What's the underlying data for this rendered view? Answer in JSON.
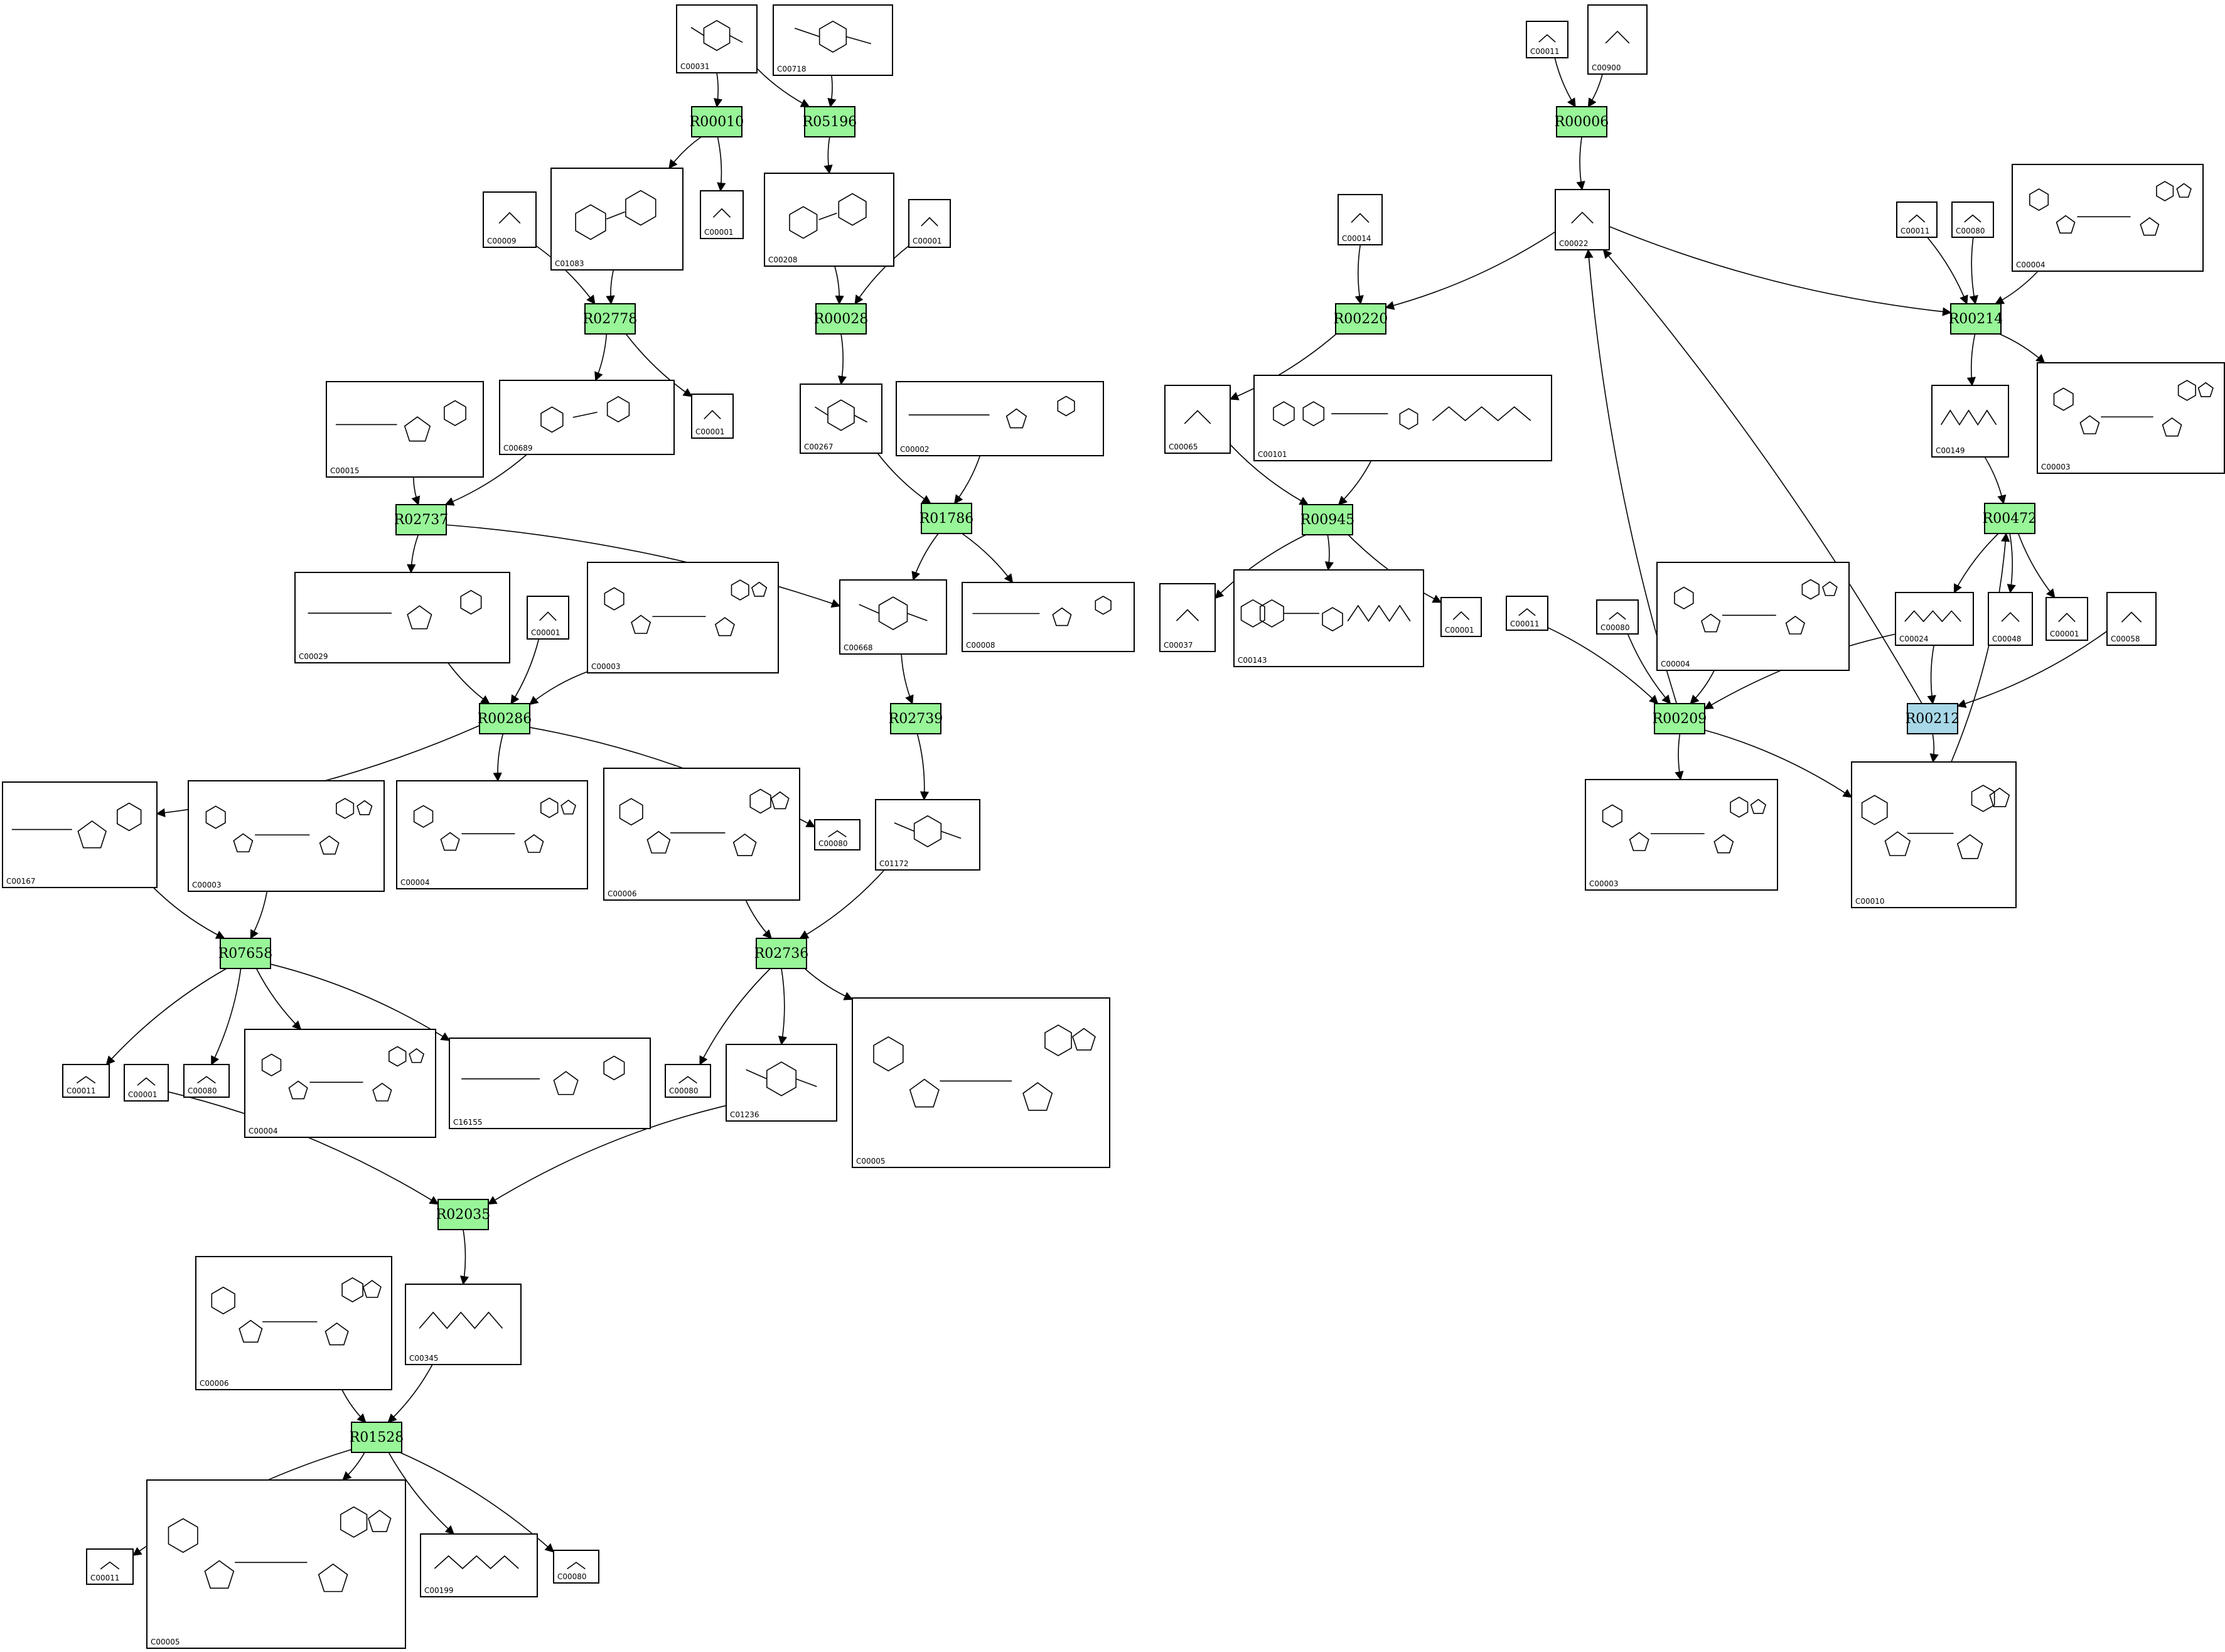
{
  "colors": {
    "reaction": "#98f598",
    "reaction_alt": "#a8d8e8",
    "edge": "#000000",
    "box_stroke": "#000000"
  },
  "reactions": [
    {
      "id": "R00010",
      "label": "R00010",
      "color": "#98f598"
    },
    {
      "id": "R05196",
      "label": "R05196",
      "color": "#98f598"
    },
    {
      "id": "R02778",
      "label": "R02778",
      "color": "#98f598"
    },
    {
      "id": "R00028",
      "label": "R00028",
      "color": "#98f598"
    },
    {
      "id": "R02737",
      "label": "R02737",
      "color": "#98f598"
    },
    {
      "id": "R01786",
      "label": "R01786",
      "color": "#98f598"
    },
    {
      "id": "R00286",
      "label": "R00286",
      "color": "#98f598"
    },
    {
      "id": "R02739",
      "label": "R02739",
      "color": "#98f598"
    },
    {
      "id": "R07658",
      "label": "R07658",
      "color": "#98f598"
    },
    {
      "id": "R02736",
      "label": "R02736",
      "color": "#98f598"
    },
    {
      "id": "R02035",
      "label": "R02035",
      "color": "#98f598"
    },
    {
      "id": "R01528",
      "label": "R01528",
      "color": "#98f598"
    },
    {
      "id": "R00006",
      "label": "R00006",
      "color": "#98f598"
    },
    {
      "id": "R00220",
      "label": "R00220",
      "color": "#98f598"
    },
    {
      "id": "R00214",
      "label": "R00214",
      "color": "#98f598"
    },
    {
      "id": "R00945",
      "label": "R00945",
      "color": "#98f598"
    },
    {
      "id": "R00472",
      "label": "R00472",
      "color": "#98f598"
    },
    {
      "id": "R00209",
      "label": "R00209",
      "color": "#98f598"
    },
    {
      "id": "R00212",
      "label": "R00212",
      "color": "#a8d8e8"
    }
  ],
  "compounds": [
    {
      "id": "c_C00031",
      "label": "C00031",
      "sketch": "ring"
    },
    {
      "id": "c_C00718",
      "label": "C00718",
      "sketch": "ring"
    },
    {
      "id": "c_C01083",
      "label": "C01083",
      "sketch": "tworings"
    },
    {
      "id": "c_C00009_a",
      "label": "C00009",
      "sketch": "small"
    },
    {
      "id": "c_C00001_a",
      "label": "C00001",
      "sketch": "small"
    },
    {
      "id": "c_C00208",
      "label": "C00208",
      "sketch": "tworings"
    },
    {
      "id": "c_C00001_b",
      "label": "C00001",
      "sketch": "small"
    },
    {
      "id": "c_C00015",
      "label": "C00015",
      "sketch": "nucleotide"
    },
    {
      "id": "c_C00689",
      "label": "C00689",
      "sketch": "tworings"
    },
    {
      "id": "c_C00001_c",
      "label": "C00001",
      "sketch": "small"
    },
    {
      "id": "c_C00267",
      "label": "C00267",
      "sketch": "ring"
    },
    {
      "id": "c_C00002",
      "label": "C00002",
      "sketch": "nucleotide"
    },
    {
      "id": "c_C00029",
      "label": "C00029",
      "sketch": "nucleotide"
    },
    {
      "id": "c_C00001_d",
      "label": "C00001",
      "sketch": "small"
    },
    {
      "id": "c_C00003_a",
      "label": "C00003",
      "sketch": "dinucleotide"
    },
    {
      "id": "c_C00668",
      "label": "C00668",
      "sketch": "ring"
    },
    {
      "id": "c_C00008",
      "label": "C00008",
      "sketch": "nucleotide"
    },
    {
      "id": "c_C00167",
      "label": "C00167",
      "sketch": "nucleotide"
    },
    {
      "id": "c_C00003_b",
      "label": "C00003",
      "sketch": "dinucleotide"
    },
    {
      "id": "c_C00004_a",
      "label": "C00004",
      "sketch": "dinucleotide"
    },
    {
      "id": "c_C00006_a",
      "label": "C00006",
      "sketch": "dinucleotide"
    },
    {
      "id": "c_C00080_a",
      "label": "C00080",
      "sketch": "small"
    },
    {
      "id": "c_C01172",
      "label": "C01172",
      "sketch": "ring"
    },
    {
      "id": "c_C00011_a",
      "label": "C00011",
      "sketch": "small"
    },
    {
      "id": "c_C00001_e",
      "label": "C00001",
      "sketch": "small"
    },
    {
      "id": "c_C00080_b",
      "label": "C00080",
      "sketch": "small"
    },
    {
      "id": "c_C00004_b",
      "label": "C00004",
      "sketch": "dinucleotide"
    },
    {
      "id": "c_C16155",
      "label": "C16155",
      "sketch": "nucleotide"
    },
    {
      "id": "c_C00080_c",
      "label": "C00080",
      "sketch": "small"
    },
    {
      "id": "c_C01236",
      "label": "C01236",
      "sketch": "ring"
    },
    {
      "id": "c_C00005_a",
      "label": "C00005",
      "sketch": "dinucleotide"
    },
    {
      "id": "c_C00006_b",
      "label": "C00006",
      "sketch": "dinucleotide"
    },
    {
      "id": "c_C00345",
      "label": "C00345",
      "sketch": "chain"
    },
    {
      "id": "c_C00011_b",
      "label": "C00011",
      "sketch": "small"
    },
    {
      "id": "c_C00005_b",
      "label": "C00005",
      "sketch": "dinucleotide"
    },
    {
      "id": "c_C00199",
      "label": "C00199",
      "sketch": "chain"
    },
    {
      "id": "c_C00080_d",
      "label": "C00080",
      "sketch": "small"
    },
    {
      "id": "c_C00011_c",
      "label": "C00011",
      "sketch": "small"
    },
    {
      "id": "c_C00900",
      "label": "C00900",
      "sketch": "small"
    },
    {
      "id": "c_C00022",
      "label": "C00022",
      "sketch": "small"
    },
    {
      "id": "c_C00014",
      "label": "C00014",
      "sketch": "small"
    },
    {
      "id": "c_C00011_d",
      "label": "C00011",
      "sketch": "small"
    },
    {
      "id": "c_C00080_e",
      "label": "C00080",
      "sketch": "small"
    },
    {
      "id": "c_C00004_c",
      "label": "C00004",
      "sketch": "dinucleotide"
    },
    {
      "id": "c_C00065",
      "label": "C00065",
      "sketch": "small"
    },
    {
      "id": "c_C00101",
      "label": "C00101",
      "sketch": "folate"
    },
    {
      "id": "c_C00149",
      "label": "C00149",
      "sketch": "chain"
    },
    {
      "id": "c_C00003_c",
      "label": "C00003",
      "sketch": "dinucleotide"
    },
    {
      "id": "c_C00037",
      "label": "C00037",
      "sketch": "small"
    },
    {
      "id": "c_C00143",
      "label": "C00143",
      "sketch": "folate"
    },
    {
      "id": "c_C00001_f",
      "label": "C00001",
      "sketch": "small"
    },
    {
      "id": "c_C00011_e",
      "label": "C00011",
      "sketch": "small"
    },
    {
      "id": "c_C00080_f",
      "label": "C00080",
      "sketch": "small"
    },
    {
      "id": "c_C00004_d",
      "label": "C00004",
      "sketch": "dinucleotide"
    },
    {
      "id": "c_C00024",
      "label": "C00024",
      "sketch": "chain"
    },
    {
      "id": "c_C00048",
      "label": "C00048",
      "sketch": "small"
    },
    {
      "id": "c_C00001_g",
      "label": "C00001",
      "sketch": "small"
    },
    {
      "id": "c_C00058",
      "label": "C00058",
      "sketch": "small"
    },
    {
      "id": "c_C00003_d",
      "label": "C00003",
      "sketch": "dinucleotide"
    },
    {
      "id": "c_C00010",
      "label": "C00010",
      "sketch": "dinucleotide"
    }
  ],
  "edges": [
    [
      "c_C00031",
      "R00010"
    ],
    [
      "R00010",
      "c_C01083"
    ],
    [
      "R00010",
      "c_C00001_b"
    ],
    [
      "c_C00031",
      "R05196"
    ],
    [
      "c_C00718",
      "R05196"
    ],
    [
      "R05196",
      "c_C00208"
    ],
    [
      "c_C00009_a",
      "R02778"
    ],
    [
      "c_C01083",
      "R02778"
    ],
    [
      "R02778",
      "c_C00689"
    ],
    [
      "R02778",
      "c_C00001_c"
    ],
    [
      "c_C00208",
      "R00028"
    ],
    [
      "c_C00001_a",
      "R00028"
    ],
    [
      "R00028",
      "c_C00267"
    ],
    [
      "c_C00015",
      "R02737"
    ],
    [
      "c_C00689",
      "R02737"
    ],
    [
      "R02737",
      "c_C00029"
    ],
    [
      "R02737",
      "c_C00668"
    ],
    [
      "c_C00267",
      "R01786"
    ],
    [
      "c_C00002",
      "R01786"
    ],
    [
      "R01786",
      "c_C00668"
    ],
    [
      "R01786",
      "c_C00008"
    ],
    [
      "c_C00029",
      "R00286"
    ],
    [
      "c_C00001_d",
      "R00286"
    ],
    [
      "c_C00003_a",
      "R00286"
    ],
    [
      "R00286",
      "c_C00167"
    ],
    [
      "R00286",
      "c_C00004_a"
    ],
    [
      "R00286",
      "c_C00080_a"
    ],
    [
      "c_C00668",
      "R02739"
    ],
    [
      "R02739",
      "c_C01172"
    ],
    [
      "c_C00167",
      "R07658"
    ],
    [
      "c_C00003_b",
      "R07658"
    ],
    [
      "R07658",
      "c_C00011_a"
    ],
    [
      "R07658",
      "c_C00080_b"
    ],
    [
      "R07658",
      "c_C00004_b"
    ],
    [
      "R07658",
      "c_C16155"
    ],
    [
      "c_C00006_a",
      "R02736"
    ],
    [
      "c_C01172",
      "R02736"
    ],
    [
      "R02736",
      "c_C00080_c"
    ],
    [
      "R02736",
      "c_C01236"
    ],
    [
      "R02736",
      "c_C00005_a"
    ],
    [
      "c_C00001_e",
      "R02035"
    ],
    [
      "c_C01236",
      "R02035"
    ],
    [
      "R02035",
      "c_C00345"
    ],
    [
      "c_C00006_b",
      "R01528"
    ],
    [
      "c_C00345",
      "R01528"
    ],
    [
      "R01528",
      "c_C00011_b"
    ],
    [
      "R01528",
      "c_C00005_b"
    ],
    [
      "R01528",
      "c_C00199"
    ],
    [
      "R01528",
      "c_C00080_d"
    ],
    [
      "c_C00011_c",
      "R00006"
    ],
    [
      "c_C00900",
      "R00006"
    ],
    [
      "R00006",
      "c_C00022"
    ],
    [
      "c_C00022",
      "R00220"
    ],
    [
      "c_C00014",
      "R00220"
    ],
    [
      "R00220",
      "c_C00065"
    ],
    [
      "c_C00022",
      "R00214"
    ],
    [
      "c_C00011_d",
      "R00214"
    ],
    [
      "c_C00080_e",
      "R00214"
    ],
    [
      "c_C00004_c",
      "R00214"
    ],
    [
      "R00214",
      "c_C00149"
    ],
    [
      "R00214",
      "c_C00003_c"
    ],
    [
      "c_C00065",
      "R00945"
    ],
    [
      "c_C00101",
      "R00945"
    ],
    [
      "R00945",
      "c_C00037"
    ],
    [
      "R00945",
      "c_C00143"
    ],
    [
      "R00945",
      "c_C00001_f"
    ],
    [
      "c_C00149",
      "R00472"
    ],
    [
      "R00472",
      "c_C00024"
    ],
    [
      "R00472",
      "c_C00048"
    ],
    [
      "R00472",
      "c_C00001_g"
    ],
    [
      "c_C00011_e",
      "R00209"
    ],
    [
      "c_C00080_f",
      "R00209"
    ],
    [
      "c_C00004_d",
      "R00209"
    ],
    [
      "c_C00024",
      "R00209"
    ],
    [
      "R00209",
      "c_C00022"
    ],
    [
      "R00209",
      "c_C00003_d"
    ],
    [
      "R00209",
      "c_C00010"
    ],
    [
      "c_C00024",
      "R00212"
    ],
    [
      "c_C00058",
      "R00212"
    ],
    [
      "R00212",
      "c_C00022"
    ],
    [
      "R00212",
      "c_C00010"
    ],
    [
      "c_C00010",
      "R00472"
    ]
  ]
}
